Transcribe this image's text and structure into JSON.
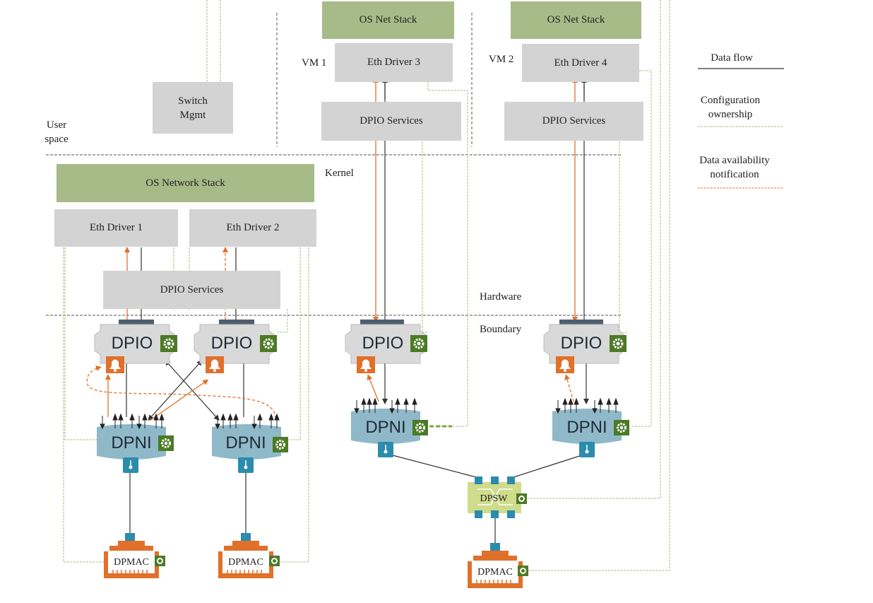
{
  "labels": {
    "user_space": "User\nspace",
    "kernel": "Kernel",
    "hardware": "Hardware",
    "boundary": "Boundary",
    "vm1": "VM 1",
    "vm2": "VM 2"
  },
  "boxes": {
    "switch_mgmt": "Switch\nMgmt",
    "os_network_stack": "OS Network Stack",
    "os_net_stack_vm1": "OS Net Stack",
    "os_net_stack_vm2": "OS Net Stack",
    "eth_driver_1": "Eth Driver 1",
    "eth_driver_2": "Eth Driver 2",
    "eth_driver_3": "Eth Driver 3",
    "eth_driver_4": "Eth Driver 4",
    "dpio_services_host": "DPIO Services",
    "dpio_services_vm1": "DPIO Services",
    "dpio_services_vm2": "DPIO Services"
  },
  "objects": {
    "dpio": "DPIO",
    "dpni": "DPNI",
    "dpmac": "DPMAC",
    "dpsw": "DPSW"
  },
  "legend": {
    "data_flow": "Data flow",
    "configuration_ownership": "Configuration\nownership",
    "data_availability_notification": "Data availability\nnotification"
  },
  "colors": {
    "data_flow": "#333333",
    "configuration_ownership": "#a6bb88",
    "notification": "#e0702a",
    "grey_box": "#d3d3d3",
    "green_box": "#a6bb88",
    "dpio_fill": "#d9d9d9",
    "dpni_fill": "#8fb9c8",
    "port": "#2b8cad",
    "dpmac_orange": "#e0702a",
    "gear_badge": "#4c7a26",
    "dpsw_fill": "#cfdc8a"
  },
  "icons": [
    "gear-icon",
    "bell-icon",
    "port-icon",
    "ethernet-port-icon",
    "switch-arrows-icon"
  ]
}
